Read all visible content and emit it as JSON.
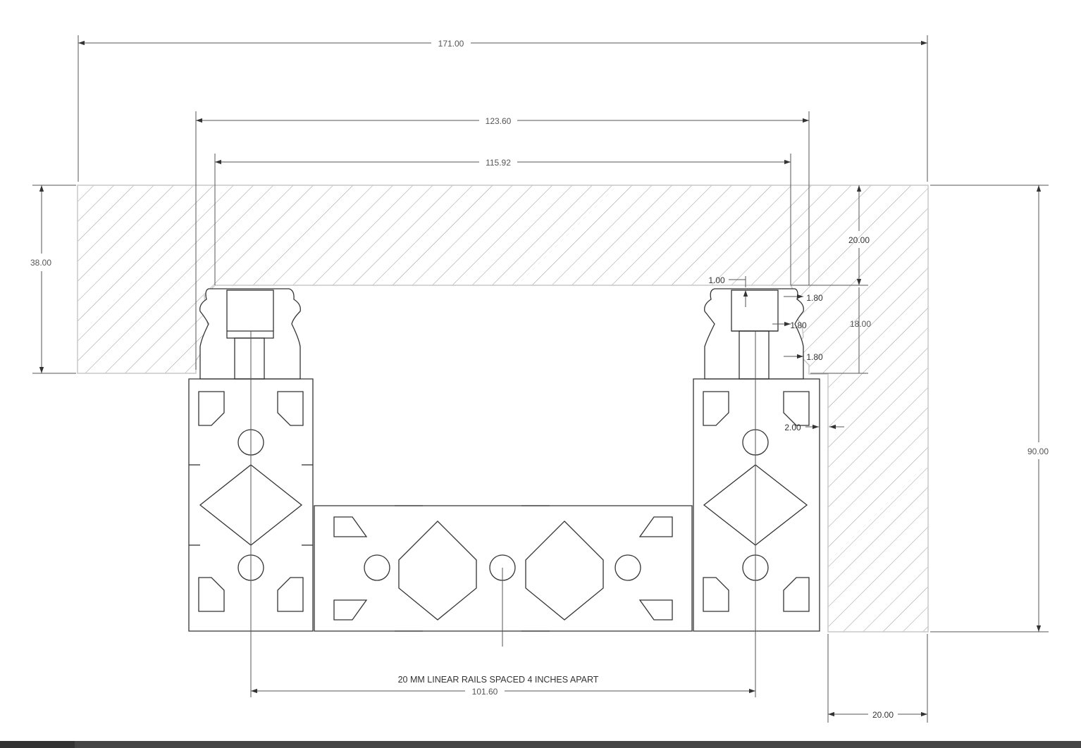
{
  "dimensions": {
    "overall_width": "171.00",
    "inner_width_1": "123.60",
    "inner_width_2": "115.92",
    "left_height": "38.00",
    "top_thickness": "20.00",
    "gap_height": "18.00",
    "offset_1": "1.00",
    "small_a": "1.80",
    "small_b": "1.80",
    "small_c": "1.80",
    "clearance": "2.00",
    "total_height": "90.00",
    "rail_spacing": "101.60",
    "leg_width": "20.00"
  },
  "note": "20 MM LINEAR RAILS SPACED 4 INCHES APART",
  "colors": {
    "line": "#333333",
    "dim_line": "#555555",
    "hatch": "#9a9a9a",
    "section_outline": "#c8c8c8",
    "strip": "#454545"
  }
}
